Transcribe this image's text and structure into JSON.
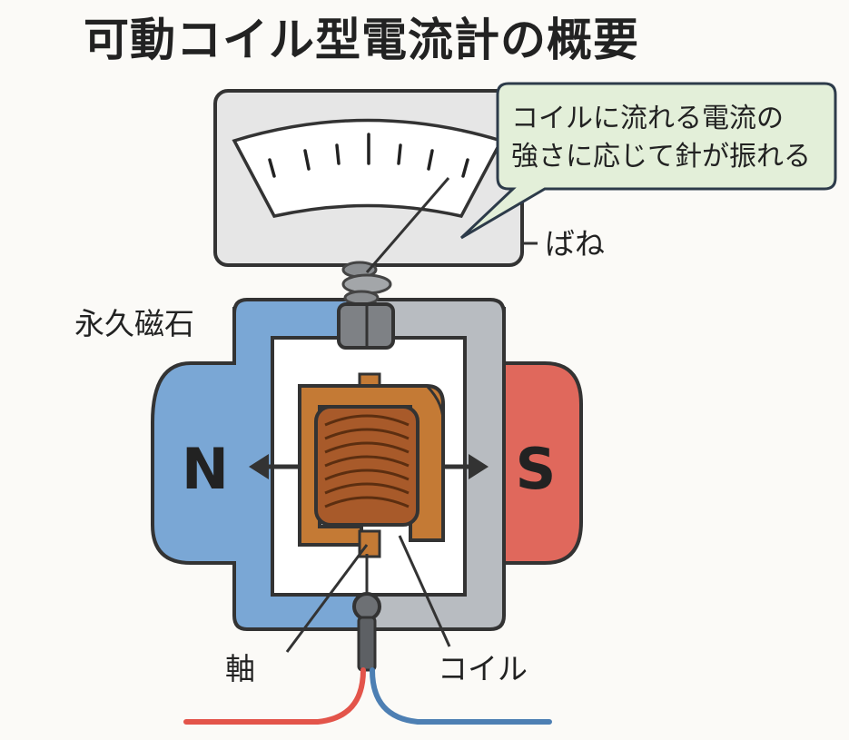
{
  "title": "可動コイル型電流計の概要",
  "callout": {
    "line1": "コイルに流れる電流の",
    "line2": "強さに応じて針が振れる"
  },
  "labels": {
    "spring": "ばね",
    "magnet": "永久磁石",
    "north": "N",
    "south": "S",
    "shaft": "軸",
    "coil": "コイル"
  },
  "colors": {
    "north_pole": "#6f9fd0",
    "south_pole": "#e0685c",
    "coil_copper": "#b5652a",
    "frame_gray": "#b8bcc1",
    "callout_bg": "#e3efd9",
    "wire_red": "#e3544a",
    "wire_blue": "#4d7fb3"
  }
}
